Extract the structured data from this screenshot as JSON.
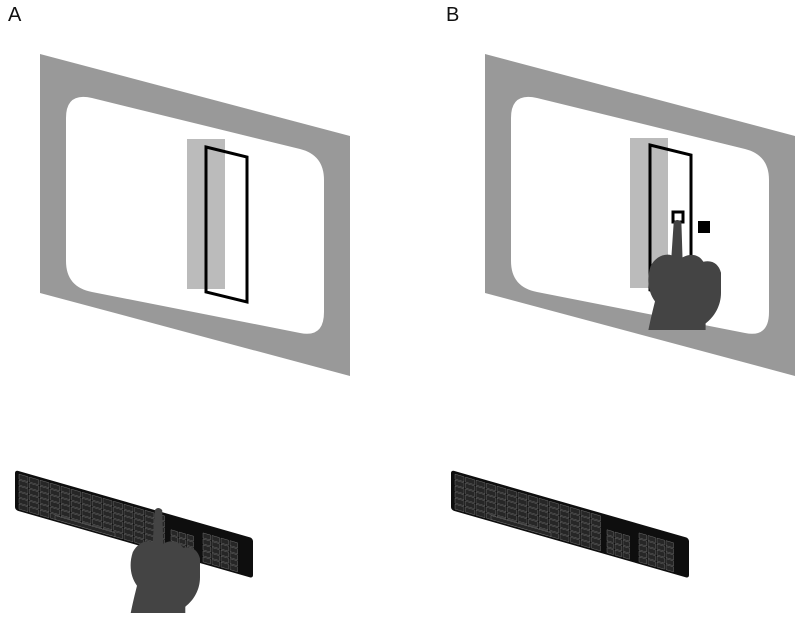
{
  "panels": [
    {
      "id": "A",
      "label": "A"
    },
    {
      "id": "B",
      "label": "B"
    }
  ],
  "colors": {
    "screen_frame": "#999999",
    "screen_surface": "#ffffff",
    "bar_light": "#bbbbbb",
    "bar_outline": "#000000",
    "hand": "#444444",
    "keyboard_body": "#0e0e0e",
    "keyboard_keys": "#262626",
    "key_legend": "#888888"
  },
  "icons": {
    "hand": "pointing-hand-icon",
    "keyboard": "keyboard-icon"
  }
}
